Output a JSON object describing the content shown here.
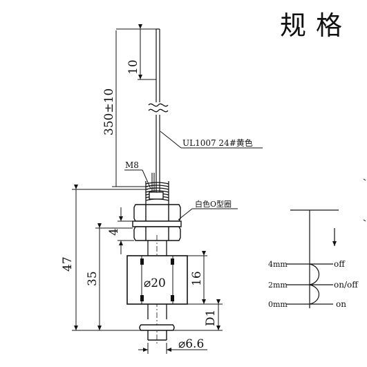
{
  "title": "规格",
  "dims": {
    "d10": "10",
    "d350": "350±10",
    "d4": "4",
    "d47": "47",
    "d35": "35",
    "d20": "⌀20",
    "d16": "16",
    "d1": "D1",
    "d66": "⌀6.6"
  },
  "labels": {
    "wire": "UL1007 24#黄色",
    "thread": "M8",
    "oring": "白色O型圈"
  },
  "states": {
    "rows": [
      {
        "level": "4mm",
        "state": "off"
      },
      {
        "level": "2mm",
        "state": "on/off"
      },
      {
        "level": "0mm",
        "state": "on"
      }
    ]
  },
  "colors": {
    "line": "#111111",
    "background": "#ffffff"
  }
}
